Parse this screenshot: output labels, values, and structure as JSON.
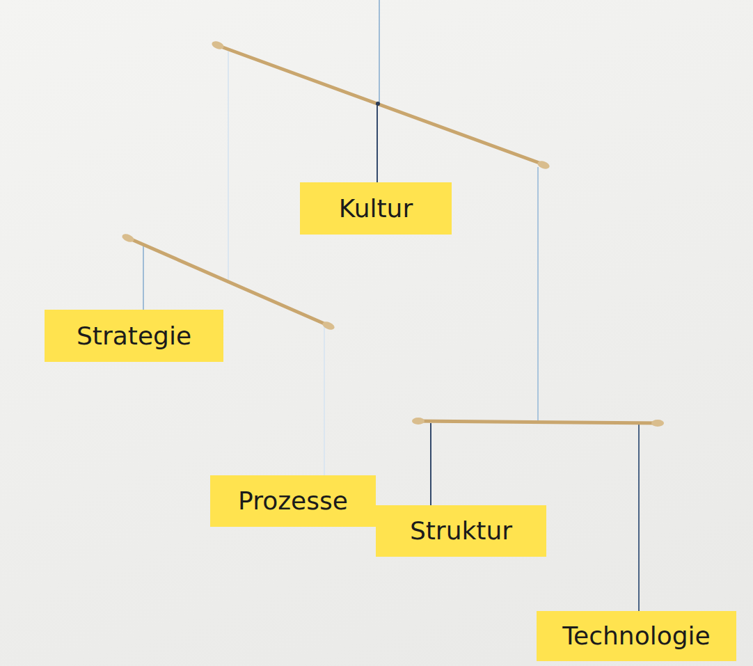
{
  "diagram": {
    "nodes": [
      {
        "text": [
          "Kultur"
        ]
      },
      {
        "text": [
          "Strategie"
        ]
      },
      {
        "text": [
          "Prozesse"
        ]
      },
      {
        "text": [
          "Struktur"
        ]
      },
      {
        "text": [
          "Technologie"
        ]
      }
    ]
  }
}
